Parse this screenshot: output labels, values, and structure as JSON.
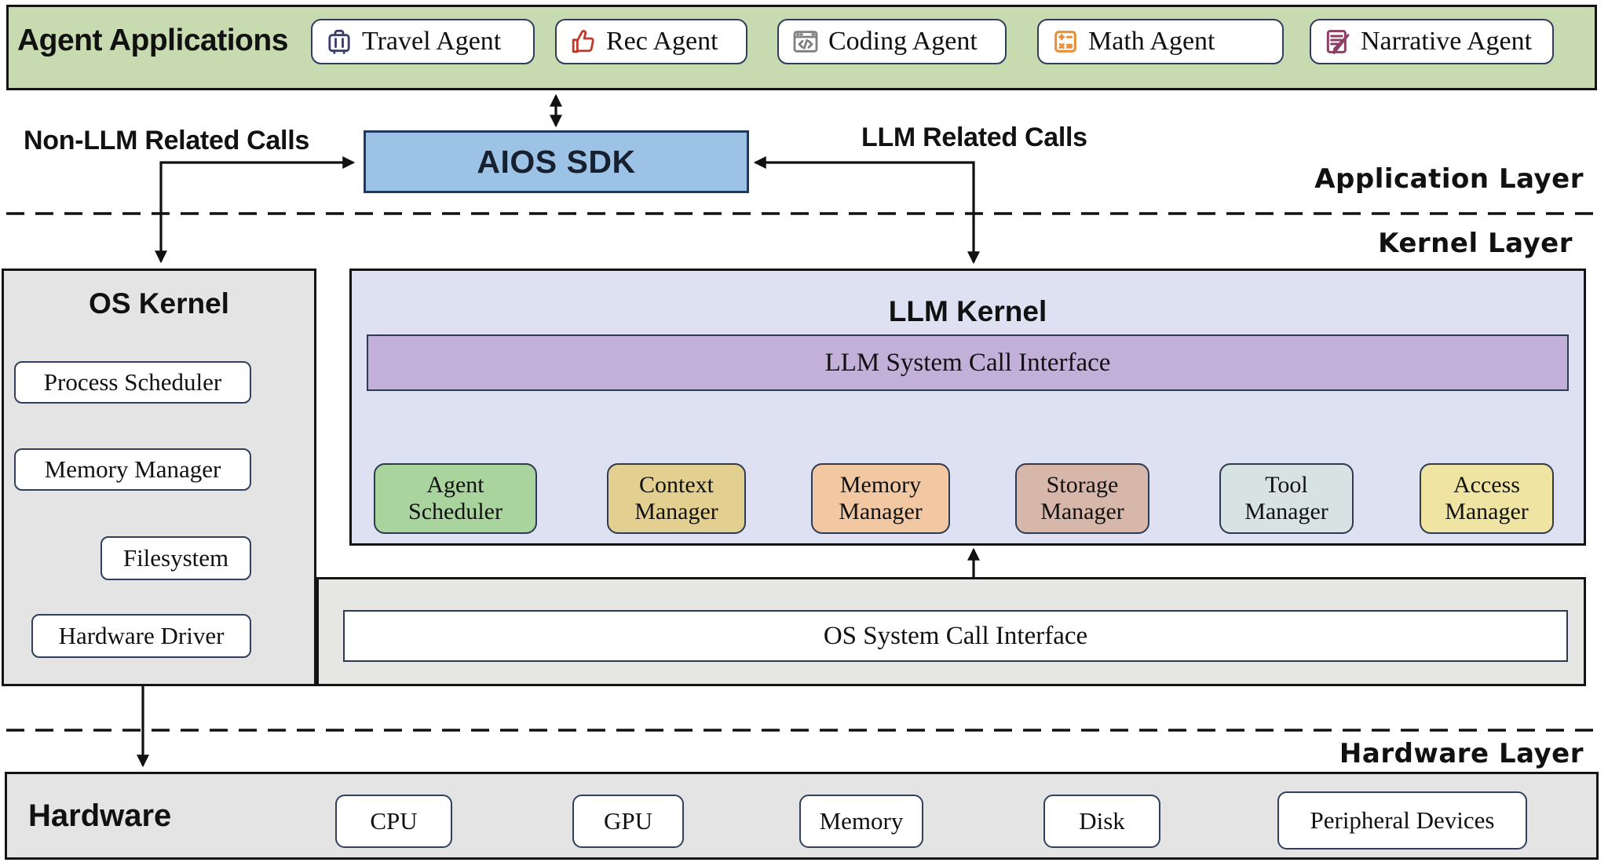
{
  "header": {
    "title": "Agent Applications"
  },
  "agents": [
    {
      "label": "Travel Agent",
      "icon": "suitcase-icon",
      "icon_color": "#3d3c6e"
    },
    {
      "label": "Rec Agent",
      "icon": "thumbs-up-icon",
      "icon_color": "#c0392b"
    },
    {
      "label": "Coding Agent",
      "icon": "code-window-icon",
      "icon_color": "#808080"
    },
    {
      "label": "Math Agent",
      "icon": "calculator-icon",
      "icon_color": "#e8913c"
    },
    {
      "label": "Narrative Agent",
      "icon": "document-pen-icon",
      "icon_color": "#8d3f66"
    }
  ],
  "labels": {
    "non_llm_calls": "Non-LLM Related Calls",
    "llm_calls": "LLM Related Calls",
    "application_layer": "Application Layer",
    "kernel_layer": "Kernel Layer",
    "hardware_layer": "Hardware Layer"
  },
  "sdk": {
    "label": "AIOS SDK",
    "fill": "#9cc3e6"
  },
  "os_kernel": {
    "title": "OS Kernel",
    "modules": [
      {
        "label": "Process Scheduler"
      },
      {
        "label": "Memory Manager"
      },
      {
        "label": "Filesystem"
      },
      {
        "label": "Hardware Driver"
      }
    ]
  },
  "llm_kernel": {
    "title": "LLM Kernel",
    "interface_label": "LLM System Call Interface",
    "interface_fill": "#c2b0d8",
    "managers": [
      {
        "label": "Agent Scheduler",
        "color": "#a9d49e"
      },
      {
        "label": "Context Manager",
        "color": "#e3cf8f"
      },
      {
        "label": "Memory Manager",
        "color": "#f2c8a2"
      },
      {
        "label": "Storage Manager",
        "color": "#d8b7ab"
      },
      {
        "label": "Tool Manager",
        "color": "#d7e2e2"
      },
      {
        "label": "Access Manager",
        "color": "#efe4a1"
      }
    ]
  },
  "os_interface": {
    "label": "OS System Call Interface"
  },
  "hardware": {
    "title": "Hardware",
    "devices": [
      {
        "label": "CPU"
      },
      {
        "label": "GPU"
      },
      {
        "label": "Memory"
      },
      {
        "label": "Disk"
      },
      {
        "label": "Peripheral Devices"
      }
    ]
  },
  "colors": {
    "app_bar_fill": "#c8daaf",
    "kernel_fill": "#dde1f2",
    "gray_fill": "#e4e4e4",
    "line": "#111111"
  }
}
